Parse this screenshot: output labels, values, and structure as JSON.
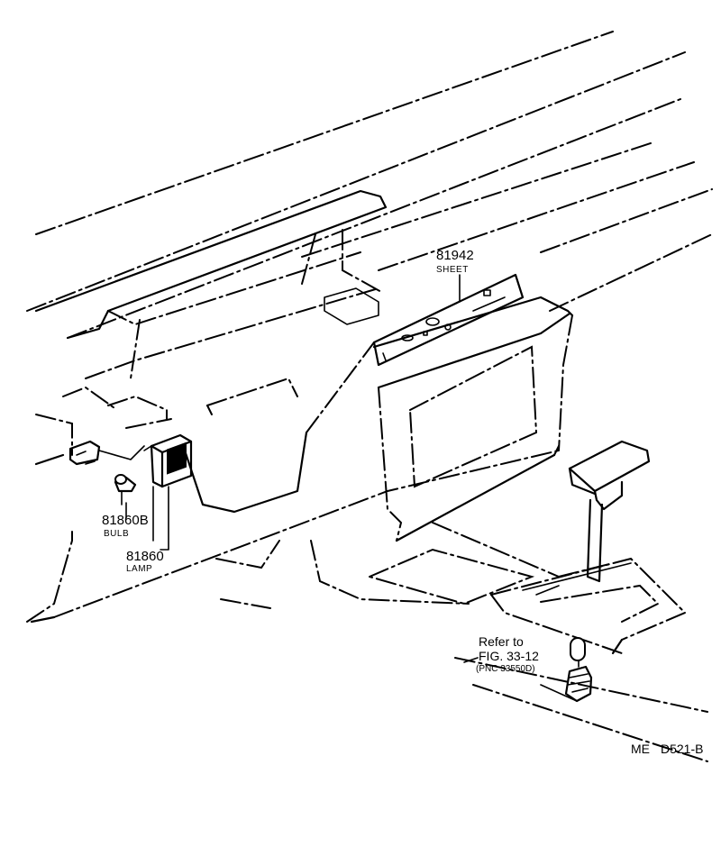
{
  "callouts": {
    "sheet": {
      "part_number": "81942",
      "name": "SHEET"
    },
    "bulb": {
      "part_number": "81860B",
      "name": "BULB"
    },
    "lamp": {
      "part_number": "81860",
      "name": "LAMP"
    }
  },
  "reference": {
    "line1": "Refer to",
    "line2": "FIG. 33-12",
    "line3": "(PNC 33550D)"
  },
  "drawing_code": {
    "prefix": "ME",
    "code": "D521-B"
  }
}
